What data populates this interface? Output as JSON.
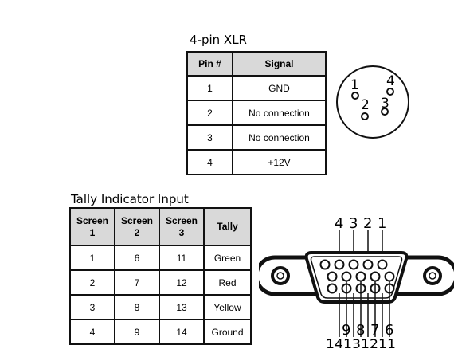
{
  "xlr": {
    "title": "4-pin XLR",
    "headers": [
      "Pin #",
      "Signal"
    ],
    "rows": [
      [
        "1",
        "GND"
      ],
      [
        "2",
        "No connection"
      ],
      [
        "3",
        "No connection"
      ],
      [
        "4",
        "+12V"
      ]
    ],
    "connector_pins": [
      "1",
      "2",
      "3",
      "4"
    ]
  },
  "tally": {
    "title": "Tally Indicator Input",
    "headers": [
      {
        "line1": "Screen",
        "line2": "1"
      },
      {
        "line1": "Screen",
        "line2": "2"
      },
      {
        "line1": "Screen",
        "line2": "3"
      },
      {
        "line1": "Tally",
        "line2": ""
      }
    ],
    "rows": [
      [
        "1",
        "6",
        "11",
        "Green"
      ],
      [
        "2",
        "7",
        "12",
        "Red"
      ],
      [
        "3",
        "8",
        "13",
        "Yellow"
      ],
      [
        "4",
        "9",
        "14",
        "Ground"
      ]
    ],
    "connector": {
      "top_labels": [
        "4",
        "3",
        "2",
        "1"
      ],
      "mid_labels": [
        "9",
        "8",
        "7",
        "6"
      ],
      "bottom_labels": [
        "14",
        "13",
        "12",
        "11"
      ]
    }
  }
}
